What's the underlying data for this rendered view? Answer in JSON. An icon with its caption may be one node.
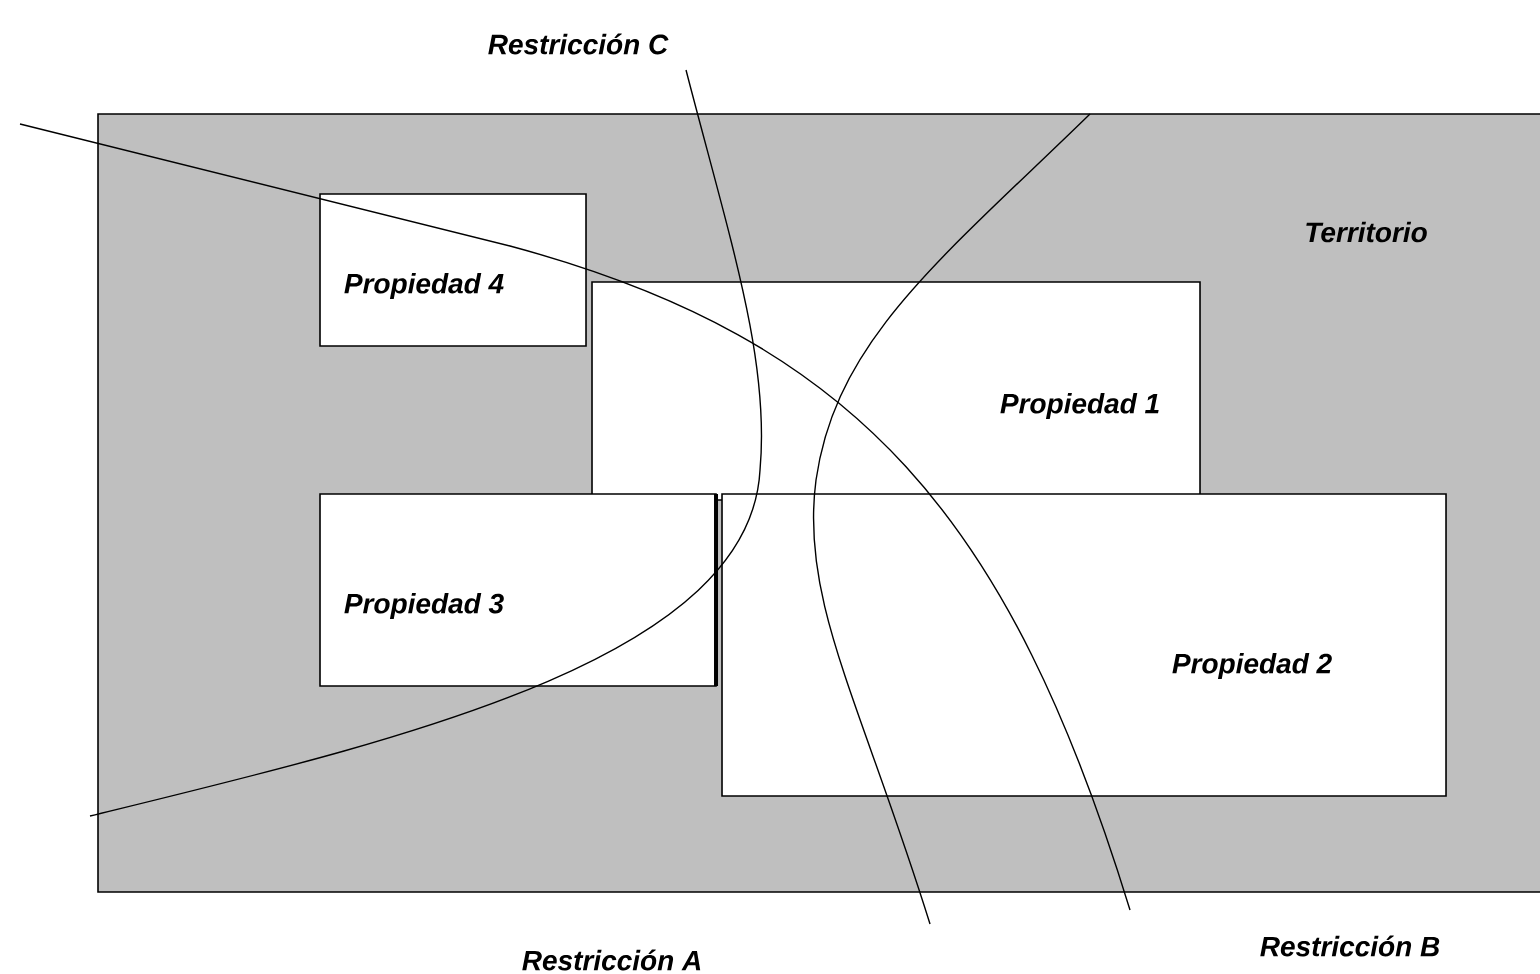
{
  "diagram": {
    "nodes": [
      {
        "text": [
          "Territorio"
        ]
      },
      {
        "text": [
          "Propiedad 4"
        ],
        "in": 0
      },
      {
        "text": [
          "Propiedad 1"
        ],
        "in": 0
      },
      {
        "text": [
          "Propiedad 3"
        ],
        "in": 0
      },
      {
        "text": [
          "Propiedad 2"
        ],
        "in": 0
      }
    ],
    "labels": [
      "Restricción C",
      "Restricción A",
      "Restricción B"
    ]
  }
}
